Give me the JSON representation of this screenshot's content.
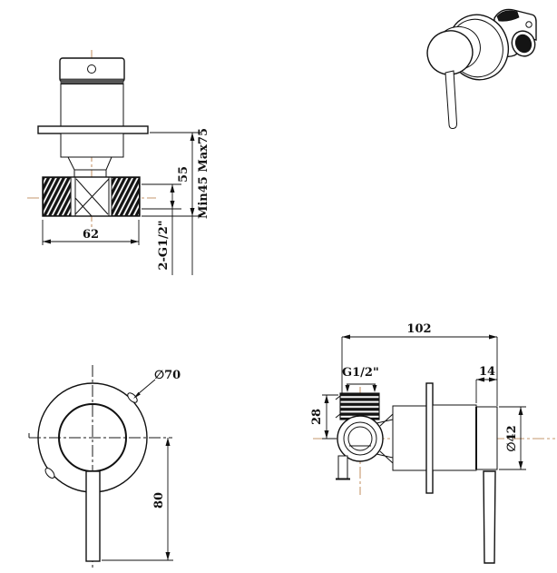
{
  "drawing": {
    "type": "technical-drawing",
    "subject": "wall-mounted shower mixer valve, four orthographic/isometric views",
    "colors": {
      "line": "#111111",
      "centerline_accent": "#c6976d",
      "centerline_dark": "#1a1a1a",
      "background": "#ffffff"
    },
    "views": {
      "front_top": {
        "label": "front view of rough-in valve body",
        "dims": {
          "body_width": "62",
          "plate_to_pipe": "55",
          "depth_range": "Min45 Max75",
          "connections": "2-G1/2\""
        }
      },
      "isometric": {
        "label": "isometric view of trim with handle"
      },
      "faceplate": {
        "label": "front view of faceplate and lever",
        "dims": {
          "plate_diameter": "∅70",
          "lever_length": "80"
        }
      },
      "side": {
        "label": "side view of assembled mixer",
        "dims": {
          "overall_depth": "102",
          "thread": "G1/2\"",
          "handle_cap_depth": "14",
          "thread_offset": "28",
          "handle_diameter": "∅42"
        }
      }
    }
  }
}
